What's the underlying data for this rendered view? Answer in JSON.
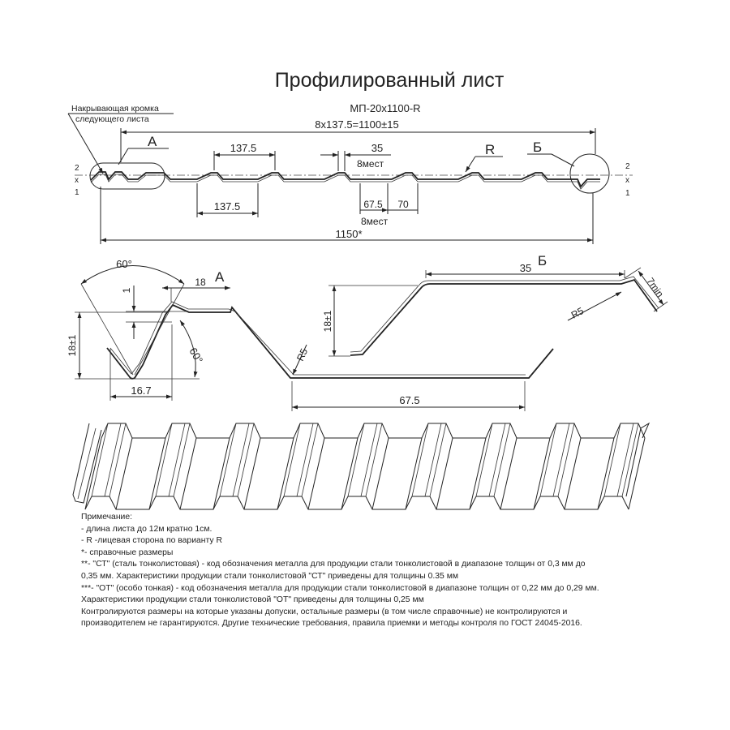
{
  "title": "Профилированный лист",
  "subtitle": "МП-20х1100-R",
  "profile": {
    "edge_label_line1": "Накрывающая кромка",
    "edge_label_line2": "следующего листа",
    "overall_pitch": "8х137.5=1100±15",
    "detail_a": "А",
    "detail_b": "Б",
    "face_side": "R",
    "top_pitch": "137.5",
    "bottom_pitch": "137.5",
    "top_width": "35",
    "top_count": "8мест",
    "bottom_width": "67.5",
    "bottom_flat": "70",
    "bottom_count": "8мест",
    "total_width": "1150*",
    "side_mark": [
      "2",
      "х",
      "1"
    ]
  },
  "detail_a": {
    "label": "А",
    "angle_top": "60°",
    "tick": "1",
    "overlap": "18",
    "height": "18±1",
    "angle_side": "60°",
    "radius": "R5",
    "groove": "16.7",
    "bottom": "67.5"
  },
  "detail_b": {
    "label": "Б",
    "top": "35",
    "height": "18±1",
    "radius": "R5",
    "lip": "7min"
  },
  "notes": [
    "Примечание:",
    "- длина листа до 12м кратно 1см.",
    "- R -лицевая сторона по варианту R",
    "*- справочные размеры",
    "**- \"СТ\" (сталь тонколистовая) - код обозначения металла для продукции стали тонколистовой в диапазоне толщин от 0,3 мм до",
    "0,35 мм. Характеристики продукции стали тонколистовой \"СТ\" приведены для толщины 0.35 мм",
    "***- \"ОТ\" (особо тонкая) - код обозначения металла для продукции стали тонколистовой в диапазоне толщин от 0,22 мм до 0,29 мм.",
    "Характеристики продукции стали тонколистовой \"ОТ\" приведены для толщины 0,25 мм",
    "Контролируются размеры на которые указаны допуски, остальные размеры (в том числе справочные) не  контролируются и",
    "производителем не гарантируются. Другие технические требования, правила приемки и методы контроля  по ГОСТ 24045-2016."
  ]
}
